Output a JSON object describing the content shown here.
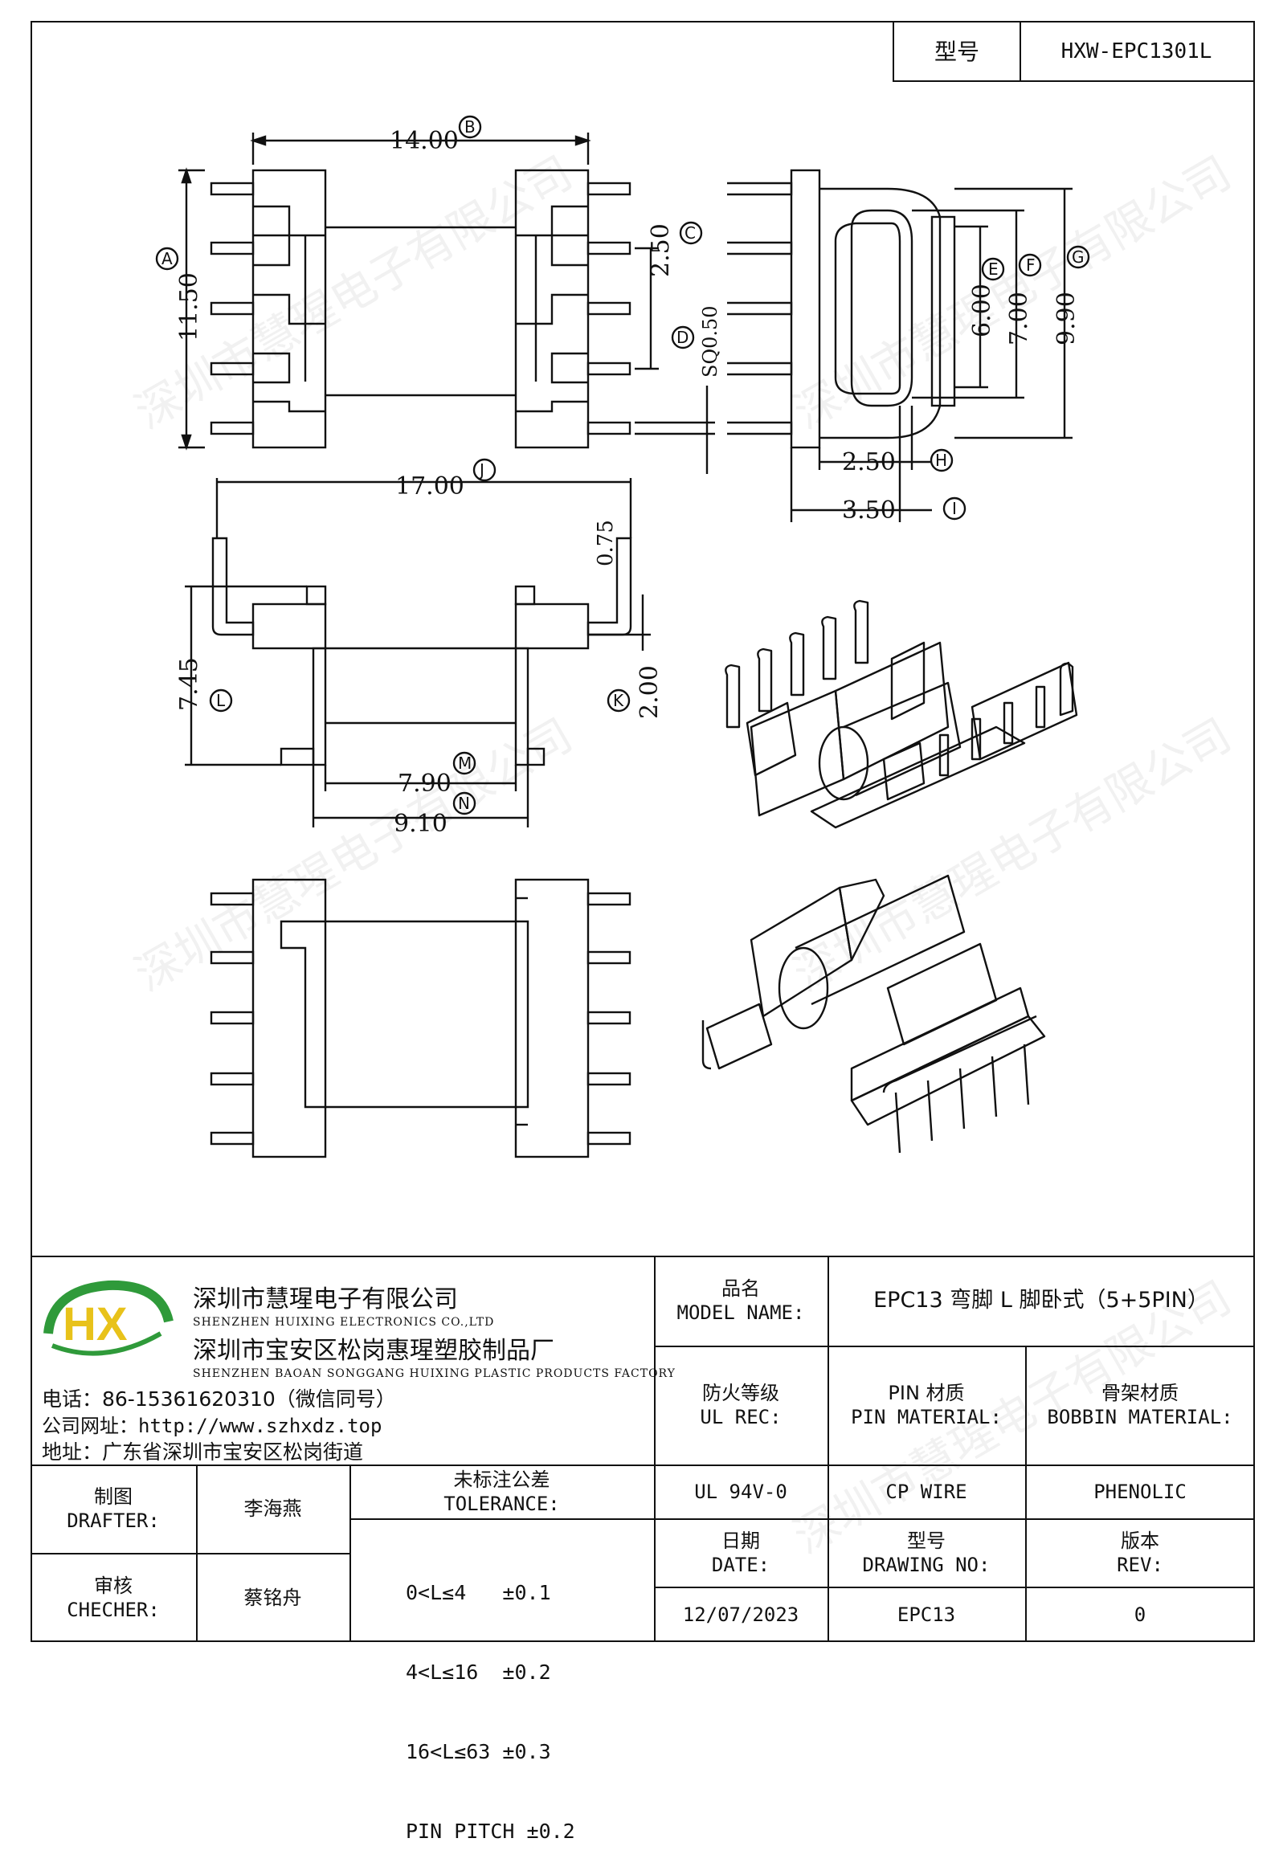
{
  "header": {
    "model_label": "型号",
    "model_value": "HXW-EPC1301L"
  },
  "drawing": {
    "dimensions": {
      "width_top": "14.00",
      "height_top": "11.50",
      "pin_pitch": "2.50",
      "pin_size": "SQ0.50",
      "side_inner_1": "6.00",
      "side_inner_2": "7.00",
      "side_total": "9.90",
      "side_pin_offset_1": "2.50",
      "side_pin_offset_2": "3.50",
      "front_width": "17.00",
      "front_pin_offset": "0.75",
      "front_height": "7.45",
      "front_stand": "2.00",
      "front_inner": "7.90",
      "front_outer": "9.10"
    },
    "callouts": {
      "A": "A",
      "B": "B",
      "C": "C",
      "D": "D",
      "E": "E",
      "F": "F",
      "G": "G",
      "H": "H",
      "I": "I",
      "J": "J",
      "K": "K",
      "L": "L",
      "M": "M",
      "N": "N"
    },
    "watermark": "深圳市慧瑆电子有限公司"
  },
  "company": {
    "name_cn": "深圳市慧瑆电子有限公司",
    "name_en": "SHENZHEN HUIXING ELECTRONICS CO.,LTD",
    "factory_cn": "深圳市宝安区松岗惠瑆塑胶制品厂",
    "factory_en": "SHENZHEN BAOAN SONGGANG HUIXING PLASTIC PRODUCTS FACTORY",
    "phone": "电话：86-15361620310（微信同号）",
    "website": "公司网址：http://www.szhxdz.top",
    "address": "地址：广东省深圳市宝安区松岗街道",
    "logo_text": "HX",
    "logo_colors": {
      "green": "#2f9a3a",
      "yellow": "#e8c21a"
    }
  },
  "title_block": {
    "model_name_label_cn": "品名",
    "model_name_label_en": "MODEL NAME:",
    "model_name_value": "EPC13 弯脚 L 脚卧式（5+5PIN）",
    "ul_label_cn": "防火等级",
    "ul_label_en": "UL REC:",
    "pin_mat_label_cn": "PIN 材质",
    "pin_mat_label_en": "PIN MATERIAL:",
    "bobbin_label_cn": "骨架材质",
    "bobbin_label_en": "BOBBIN MATERIAL:",
    "ul_value": "UL 94V-0",
    "pin_mat_value": "CP WIRE",
    "bobbin_value": "PHENOLIC",
    "drafter_label_cn": "制图",
    "drafter_label_en": "DRAFTER:",
    "drafter_value": "李海燕",
    "checker_label_cn": "审核",
    "checker_label_en": "CHECHER:",
    "checker_value": "蔡铭舟",
    "tolerance_label_cn": "未标注公差",
    "tolerance_label_en": "TOLERANCE:",
    "tolerances": [
      "0<L≤4   ±0.1",
      "4<L≤16  ±0.2",
      "16<L≤63 ±0.3",
      "PIN PITCH ±0.2"
    ],
    "date_label_cn": "日期",
    "date_label_en": "DATE:",
    "date_value": "12/07/2023",
    "drawing_no_label_cn": "型号",
    "drawing_no_label_en": "DRAWING NO:",
    "drawing_no_value": "EPC13",
    "rev_label_cn": "版本",
    "rev_label_en": "REV:",
    "rev_value": "0"
  }
}
